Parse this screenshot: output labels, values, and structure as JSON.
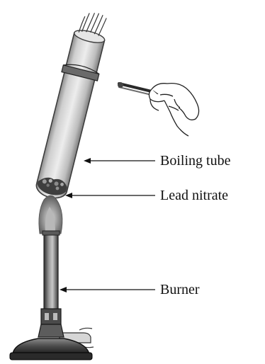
{
  "labels": {
    "boiling_tube": "Boiling tube",
    "lead_nitrate": "Lead nitrate",
    "burner": "Burner"
  },
  "colors": {
    "ink": "#111111",
    "tube_shade": "#9a9a9a",
    "tube_light": "#d8d8d8",
    "metal_dark": "#3a3a3a",
    "metal_mid": "#7a7a7a",
    "flame": "#6e6e6e"
  },
  "icons": {
    "hand": "hand-icon",
    "flame": "flame-icon"
  }
}
